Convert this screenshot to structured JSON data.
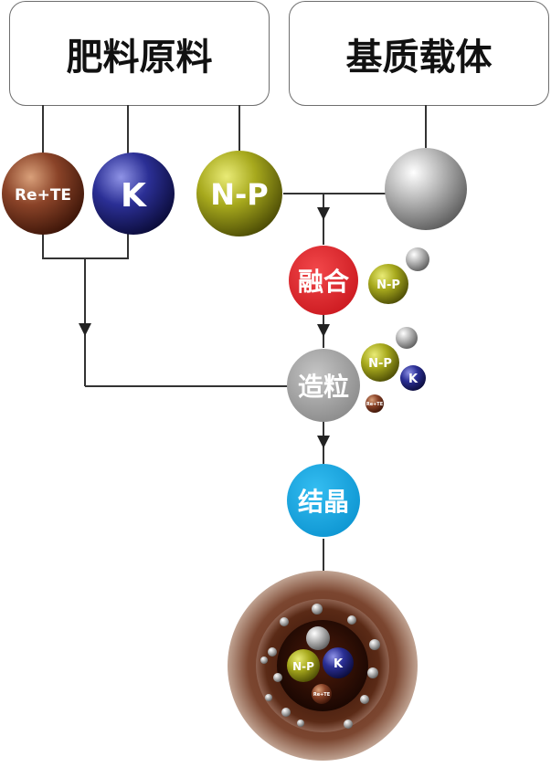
{
  "boxes": {
    "fertilizer": "肥料原料",
    "matrix": "基质载体"
  },
  "balls": {
    "re_te": "Re+TE",
    "k": "K",
    "np": "N-P"
  },
  "steps": {
    "fusion": "融合",
    "granulation": "造粒",
    "crystallization": "结晶"
  },
  "colors": {
    "fusion": "#e0262b",
    "granulation": "#9a9a9a",
    "crystallization": "#13a6e0",
    "re_te": "#7a3520",
    "k": "#20237a",
    "np": "#8f8f14",
    "matrix": "#9a9a9a",
    "granule_outer": "#8a5a44"
  }
}
